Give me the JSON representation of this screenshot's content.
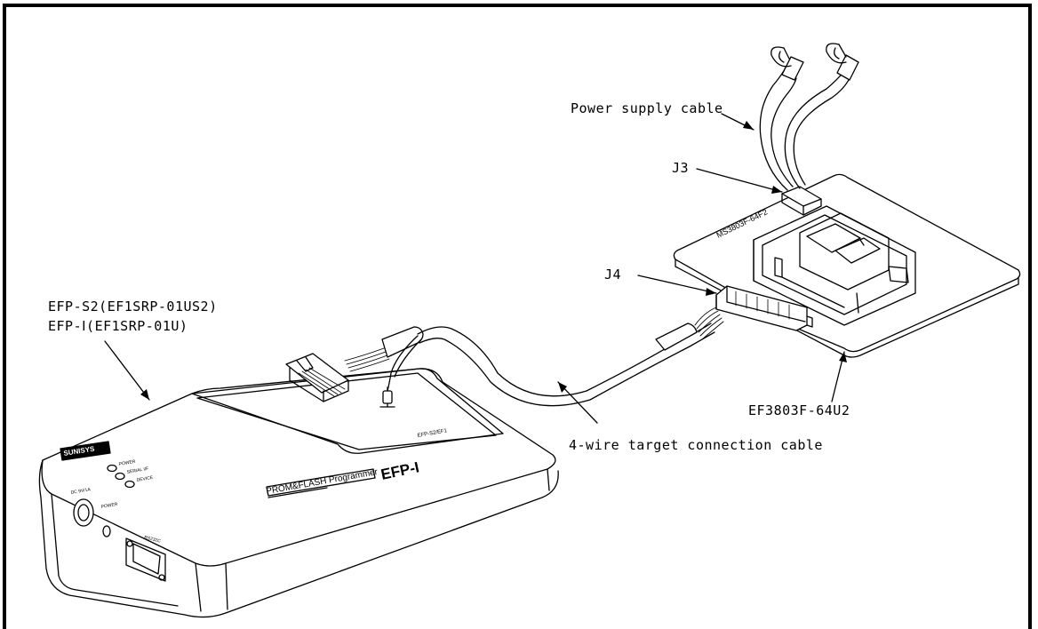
{
  "labels": {
    "power_supply_cable": "Power supply cable",
    "j3": "J3",
    "j4": "J4",
    "efp_s2": "EFP-S2(EF1SRP-01US2)",
    "efp_i": "EFP-Ⅰ(EF1SRP-01U)",
    "ef3803f": "EF3803F-64U2",
    "cable_4wire": "4-wire target connection cable"
  },
  "device_markings": {
    "board_label": "MS3803F-64F2",
    "logo": "SUNISYS",
    "model": "EFP-I",
    "product_line": "PROM&FLASH Programmer",
    "led_power": "POWER",
    "led_serial": "SERIAL I/F",
    "led_device": "DEVICE",
    "port_dc": "DC 9V/1A",
    "port_power": "POWER",
    "port_rs232c": "RS232C",
    "adapter_port": "EFP-S2/EF1"
  }
}
